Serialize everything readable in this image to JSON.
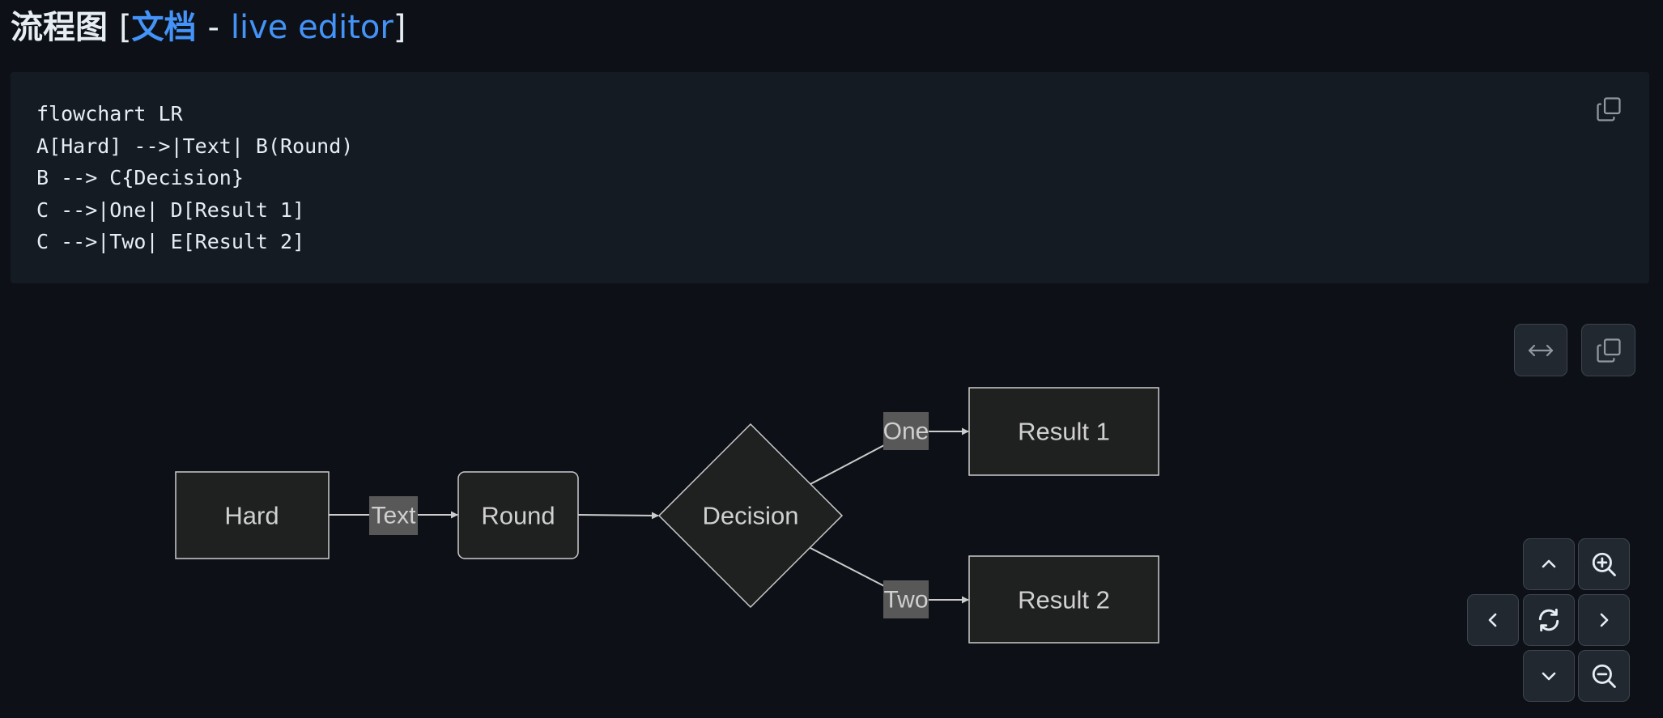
{
  "header": {
    "title": "流程图",
    "open_bracket": "[",
    "docs_link": "文档",
    "separator": "-",
    "live_editor_link": "live editor",
    "close_bracket": "]"
  },
  "code": {
    "lines": [
      "flowchart LR",
      "A[Hard] -->|Text| B(Round)",
      "B --> C{Decision}",
      "C -->|One| D[Result 1]",
      "C -->|Two| E[Result 2]"
    ]
  },
  "diagram": {
    "nodes": {
      "A": "Hard",
      "B": "Round",
      "C": "Decision",
      "D": "Result 1",
      "E": "Result 2"
    },
    "edge_labels": {
      "ab": "Text",
      "cd": "One",
      "ce": "Two"
    }
  },
  "icons": {
    "code_copy": "copy-icon",
    "diagram_fit": "arrows-horizontal-icon",
    "diagram_copy": "copy-icon",
    "pan_up": "chevron-up-icon",
    "pan_left": "chevron-left-icon",
    "reset": "refresh-icon",
    "pan_right": "chevron-right-icon",
    "pan_down": "chevron-down-icon",
    "zoom_in": "zoom-in-icon",
    "zoom_out": "zoom-out-icon"
  },
  "colors": {
    "background": "#0d1117",
    "code_background": "#151b23",
    "link": "#4493f8",
    "node_fill": "#1f2020",
    "node_stroke": "#cccccc",
    "edge_label_background": "#585858",
    "control_background": "#212830"
  }
}
